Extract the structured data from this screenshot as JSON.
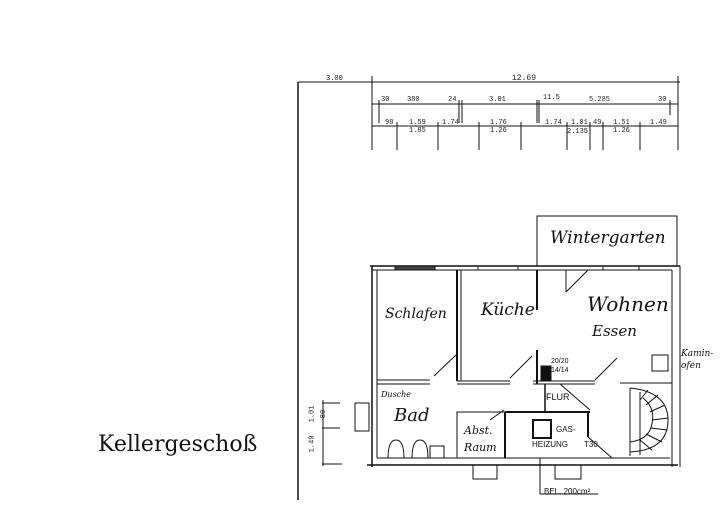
{
  "title": "Kellergeschoß",
  "dimensions": {
    "top": {
      "left_offset": "3.00",
      "total": "12.69"
    },
    "row2": [
      "30",
      "380",
      "24",
      "3.01",
      "11.5",
      "5.285",
      "30"
    ],
    "row3": [
      "98",
      "1.59",
      "1.74",
      "1.76",
      "1.74",
      "1.01",
      "49",
      "1.51",
      "1.49"
    ],
    "row3_sub": [
      "1.85",
      "1.26",
      "2.135",
      "1.26"
    ],
    "left": [
      "1.01",
      "1.49"
    ],
    "left_sub": "80"
  },
  "rooms": {
    "wintergarten": "Wintergarten",
    "schlafen": "Schlafen",
    "kueche": "Küche",
    "wohnen": "Wohnen",
    "essen": "Essen",
    "bad": "Bad",
    "dusche": "Dusche",
    "abst_raum_1": "Abst.",
    "abst_raum_2": "Raum",
    "flur": "FLUR",
    "gas_heizung_1": "GAS-",
    "gas_heizung_2": "HEIZUNG",
    "t30": "T30",
    "kamin_1": "Kamin-",
    "kamin_2": "ofen"
  },
  "annotations": {
    "chimney_1": "20/20",
    "chimney_2": "14/14",
    "ventilation": "BEL. 200cm²"
  }
}
